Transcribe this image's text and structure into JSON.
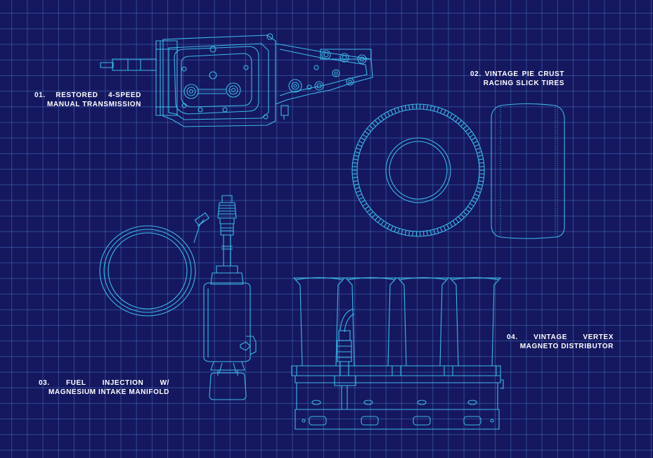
{
  "colors": {
    "background": "#15185f",
    "grid": "#4f7fd6",
    "line_art": "#3db8e8",
    "label_text": "#ffffff"
  },
  "items": [
    {
      "number": "01.",
      "line1_a": "RESTORED",
      "line1_b": "4-SPEED",
      "line2": "MANUAL TRANSMISSION"
    },
    {
      "number": "02.",
      "line1_a": "VINTAGE",
      "line1_b": "PIE",
      "line1_c": "CRUST",
      "line2": "RACING SLICK TIRES"
    },
    {
      "number": "03.",
      "line1_a": "FUEL",
      "line1_b": "INJECTION",
      "line1_c": "W/",
      "line2": "MAGNESIUM INTAKE MANIFOLD"
    },
    {
      "number": "04.",
      "line1_a": "VINTAGE",
      "line1_b": "VERTEX",
      "line2": "MAGNETO DISTRIBUTOR"
    }
  ]
}
